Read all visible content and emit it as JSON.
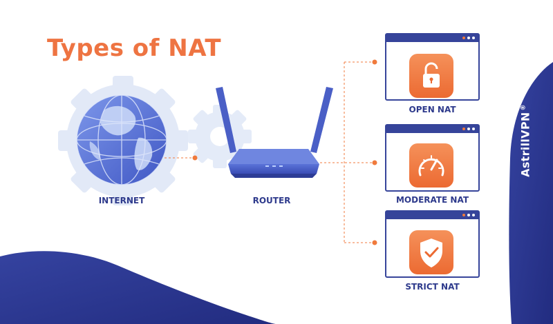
{
  "title": "Types of NAT",
  "nodes": {
    "internet": "INTERNET",
    "router": "ROUTER"
  },
  "nat_types": [
    {
      "label": "OPEN NAT",
      "icon": "lock-icon"
    },
    {
      "label": "MODERATE NAT",
      "icon": "gauge-icon"
    },
    {
      "label": "STRICT NAT",
      "icon": "shield-check-icon"
    }
  ],
  "brand": {
    "name": "AstrillVPN",
    "mark": "®"
  },
  "colors": {
    "accent_orange": "#f07a3c",
    "title_orange": "#ee7442",
    "navy": "#2e3a8c",
    "blue": "#4c63c9",
    "wave_dark": "#283591",
    "pale_blue": "#e4ebf8"
  }
}
